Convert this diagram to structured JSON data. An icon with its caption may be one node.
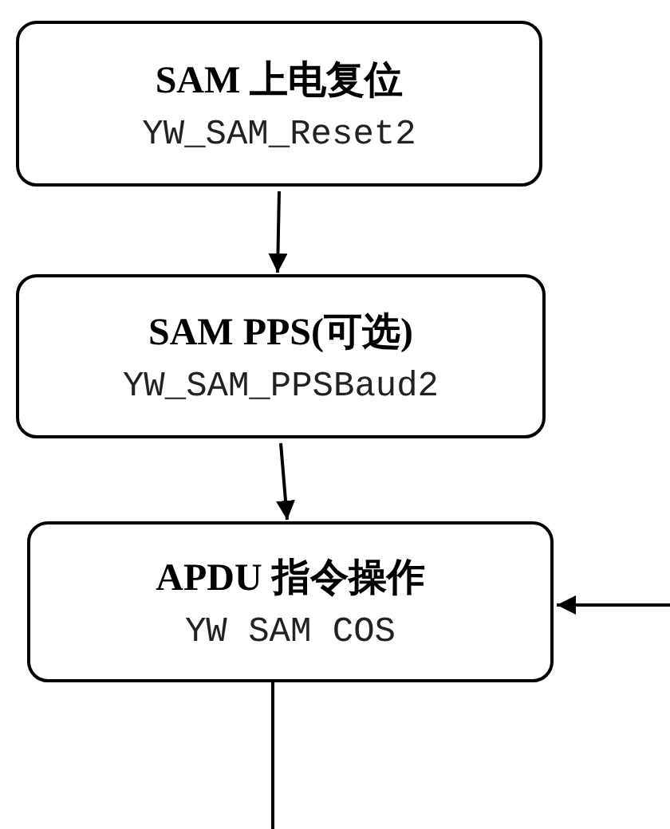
{
  "diagram": {
    "nodes": [
      {
        "text": [
          "SAM 上电复位",
          "YW_SAM_Reset2"
        ]
      },
      {
        "text": [
          "SAM PPS(可选)",
          "YW_SAM_PPSBaud2"
        ]
      },
      {
        "text": [
          "APDU 指令操作",
          "YW SAM COS"
        ]
      }
    ],
    "edges": [
      {
        "from": 0,
        "to": 1,
        "arrow": "to"
      },
      {
        "from": 1,
        "to": 2,
        "arrow": "to"
      },
      {
        "from": null,
        "to": 2,
        "arrow": "to"
      },
      {
        "from": 2,
        "to": null,
        "arrow": "none"
      }
    ]
  }
}
